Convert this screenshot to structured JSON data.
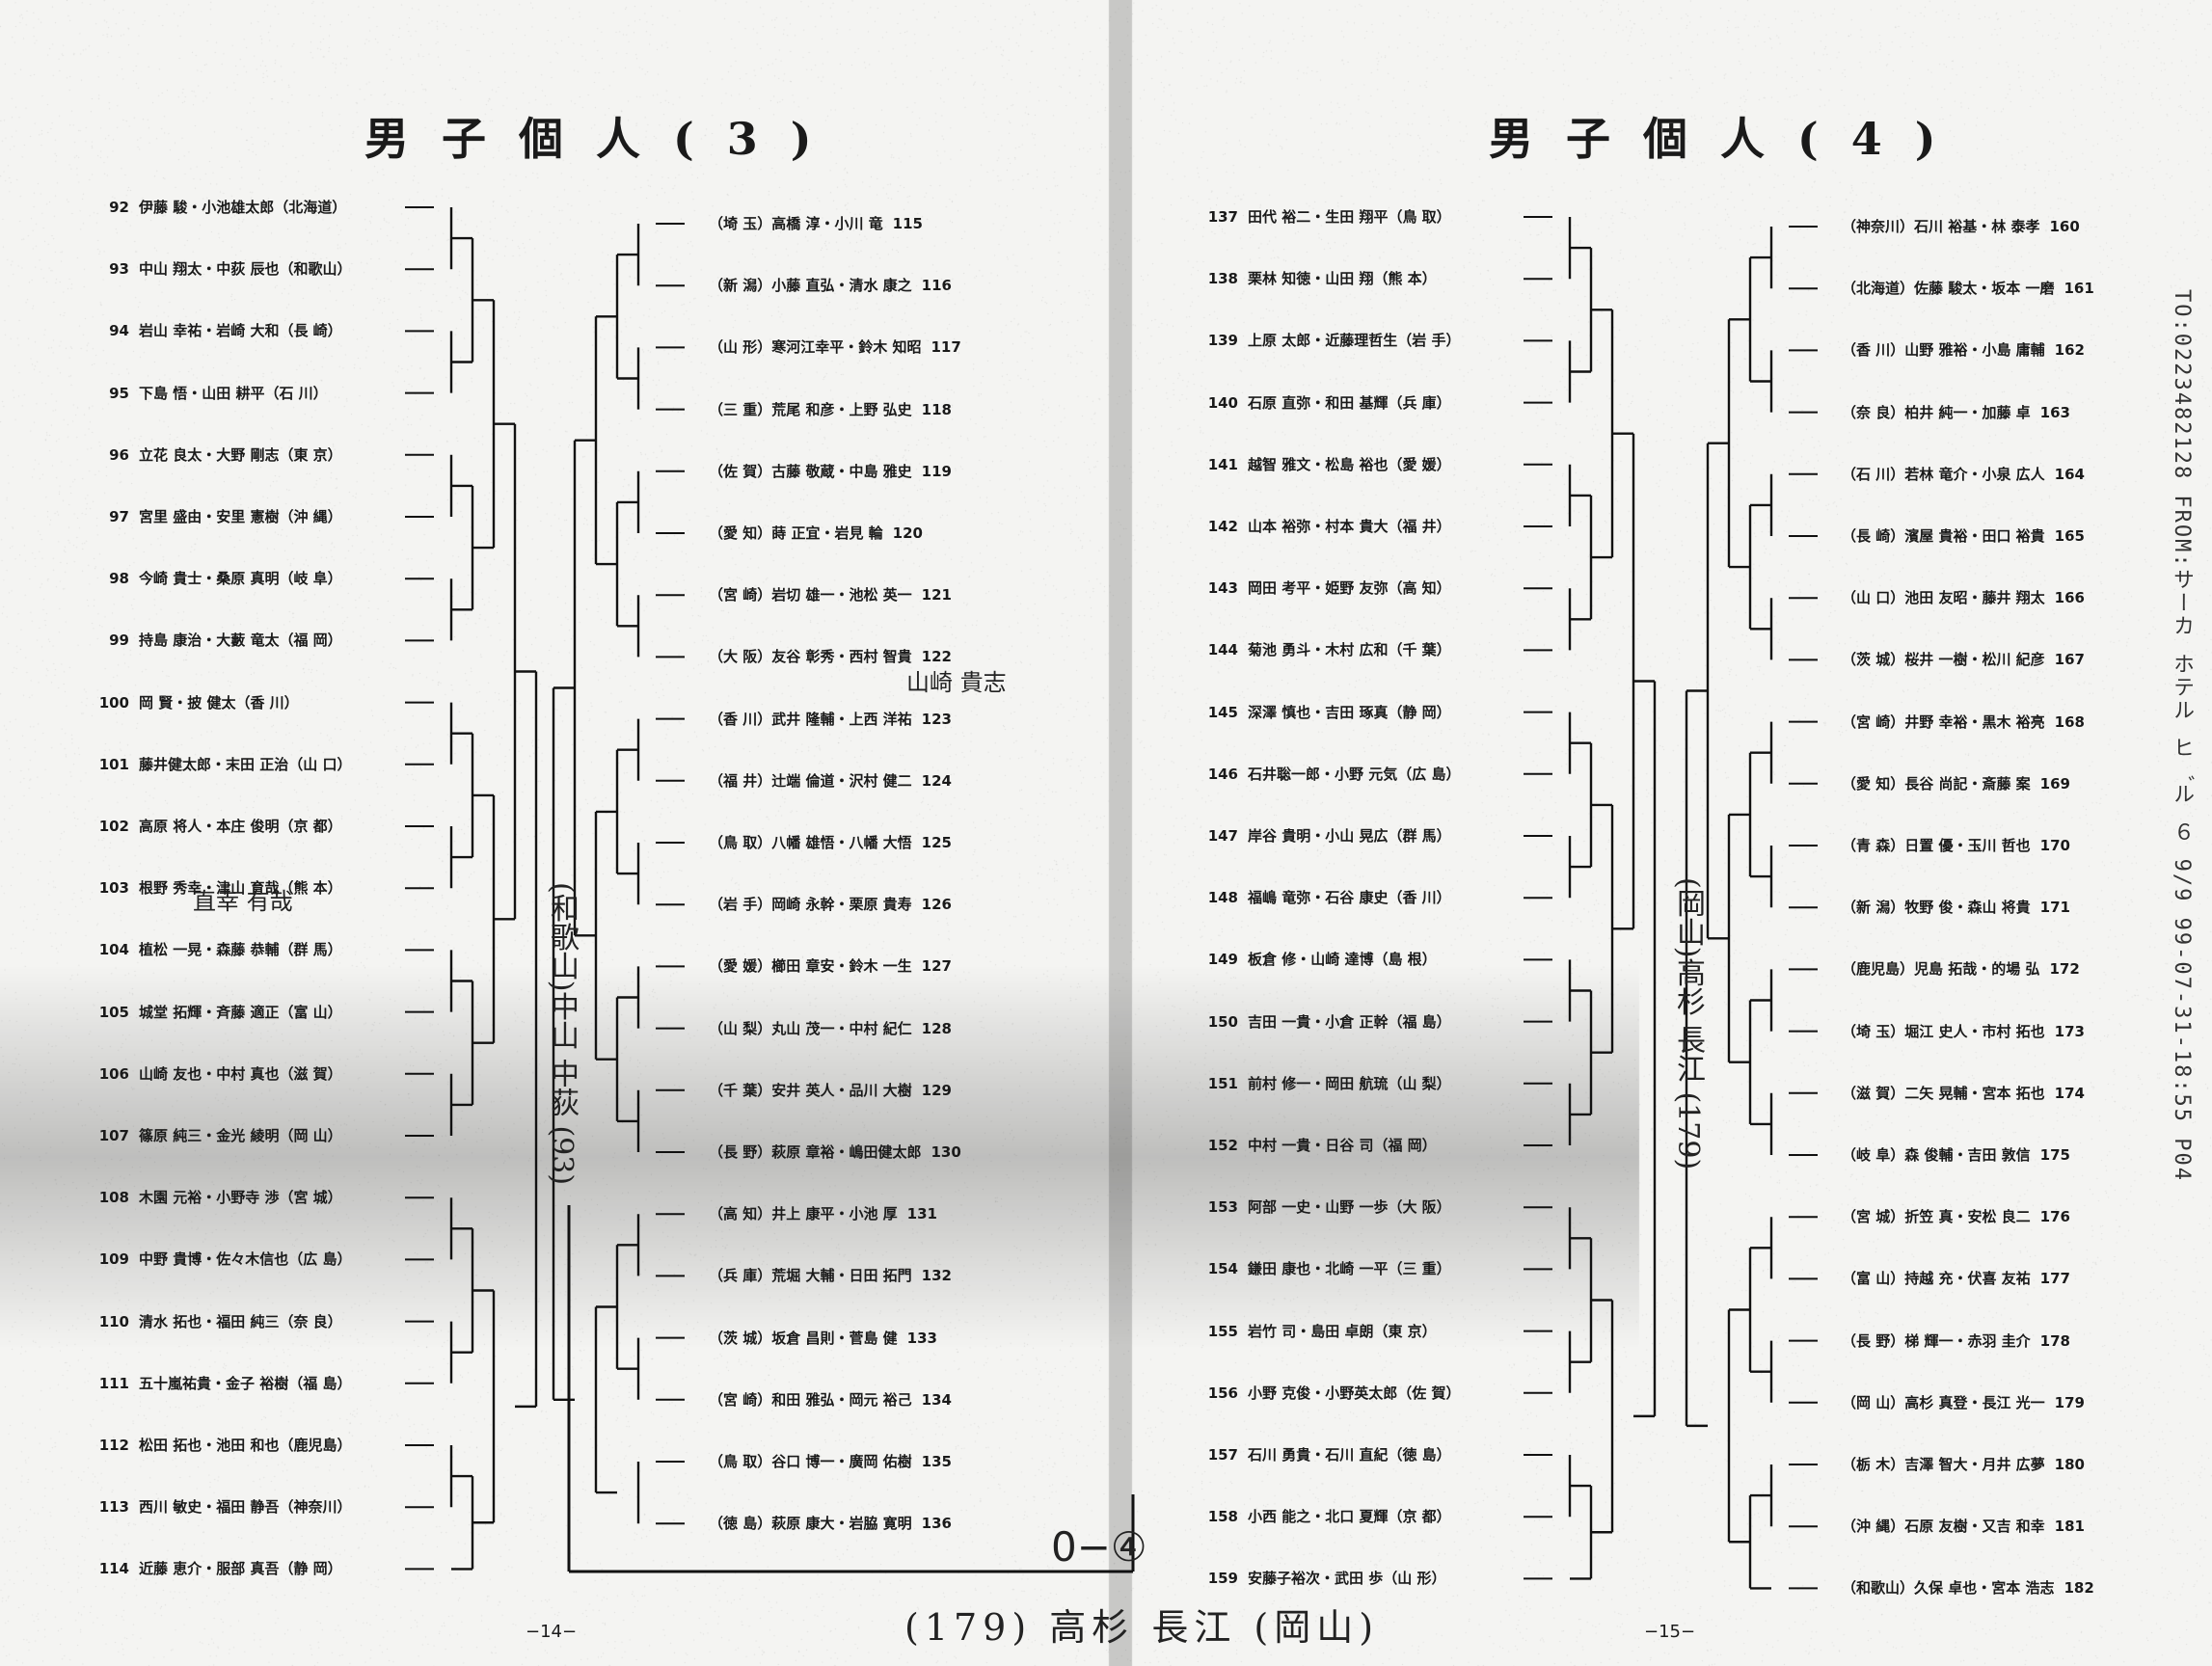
{
  "titles": {
    "left": "男子個人(3)",
    "right": "男子個人(4)"
  },
  "page_numbers": {
    "left": "−14−",
    "right": "−15−"
  },
  "fax_header": "TO:0223482128   FROM:サーカ ホテル ヒ゛ル ６ 9/9   99-07-31-18:55 P04",
  "handwritten": {
    "score": "0−④",
    "final_note": "(179) 高杉 長江 (岡山)",
    "winner_left": "(和歌山)中山 中荻 (93)",
    "winner_right": "(岡山)高杉 長江 (179)",
    "note_103": "直幸 有哉",
    "note_124": "山崎 貴志"
  },
  "bracket3_left": [
    {
      "seed": "92",
      "text": "伊藤 駿・小池雄太郎（北海道）"
    },
    {
      "seed": "93",
      "text": "中山 翔太・中荻 辰也（和歌山）"
    },
    {
      "seed": "94",
      "text": "岩山 幸祐・岩崎 大和（長 崎）"
    },
    {
      "seed": "95",
      "text": "下島 悟・山田 耕平（石 川）"
    },
    {
      "seed": "96",
      "text": "立花 良太・大野 剛志（東 京）"
    },
    {
      "seed": "97",
      "text": "宮里 盛由・安里 憲樹（沖 縄）"
    },
    {
      "seed": "98",
      "text": "今崎 貴士・桑原 真明（岐 阜）"
    },
    {
      "seed": "99",
      "text": "持島 康治・大藪 竜太（福 岡）"
    },
    {
      "seed": "100",
      "text": "岡 賢・披 健太（香 川）"
    },
    {
      "seed": "101",
      "text": "藤井健太郎・末田 正治（山 口）"
    },
    {
      "seed": "102",
      "text": "高原 将人・本庄 俊明（京 都）"
    },
    {
      "seed": "103",
      "text": "根野 秀幸・津山 育哉（熊 本）"
    },
    {
      "seed": "104",
      "text": "植松 一晃・森藤 恭輔（群 馬）"
    },
    {
      "seed": "105",
      "text": "城堂 拓輝・斉藤 適正（富 山）"
    },
    {
      "seed": "106",
      "text": "山崎 友也・中村 真也（滋 賀）"
    },
    {
      "seed": "107",
      "text": "篠原 純三・金光 綾明（岡 山）"
    },
    {
      "seed": "108",
      "text": "木園 元裕・小野寺 渉（宮 城）"
    },
    {
      "seed": "109",
      "text": "中野 貴博・佐々木信也（広 島）"
    },
    {
      "seed": "110",
      "text": "清水 拓也・福田 純三（奈 良）"
    },
    {
      "seed": "111",
      "text": "五十嵐祐貴・金子 裕樹（福 島）"
    },
    {
      "seed": "112",
      "text": "松田 拓也・池田 和也（鹿児島）"
    },
    {
      "seed": "113",
      "text": "西川 敏史・福田 静吾（神奈川）"
    },
    {
      "seed": "114",
      "text": "近藤 恵介・服部 真吾（静 岡）"
    }
  ],
  "bracket3_right": [
    {
      "seed": "115",
      "text": "（埼 玉）高橋 淳・小川 竜"
    },
    {
      "seed": "116",
      "text": "（新 潟）小藤 直弘・清水 康之"
    },
    {
      "seed": "117",
      "text": "（山 形）寒河江幸平・鈴木 知昭"
    },
    {
      "seed": "118",
      "text": "（三 重）荒尾 和彦・上野 弘史"
    },
    {
      "seed": "119",
      "text": "（佐 賀）古藤 敬蔵・中島 雅史"
    },
    {
      "seed": "120",
      "text": "（愛 知）蒔 正宜・岩見 輪"
    },
    {
      "seed": "121",
      "text": "（宮 崎）岩切 雄一・池松 英一"
    },
    {
      "seed": "122",
      "text": "（大 阪）友谷 彰秀・西村 智貴"
    },
    {
      "seed": "123",
      "text": "（香 川）武井 隆輔・上西 洋祐"
    },
    {
      "seed": "124",
      "text": "（福 井）辻端 倫道・沢村 健二"
    },
    {
      "seed": "125",
      "text": "（鳥 取）八幡 雄悟・八幡 大悟"
    },
    {
      "seed": "126",
      "text": "（岩 手）岡崎 永幹・栗原 貴寿"
    },
    {
      "seed": "127",
      "text": "（愛 媛）櫛田 章安・鈴木 一生"
    },
    {
      "seed": "128",
      "text": "（山 梨）丸山 茂一・中村 紀仁"
    },
    {
      "seed": "129",
      "text": "（千 葉）安井 英人・品川 大樹"
    },
    {
      "seed": "130",
      "text": "（長 野）萩原 章裕・嶋田健太郎"
    },
    {
      "seed": "131",
      "text": "（高 知）井上 康平・小池 厚"
    },
    {
      "seed": "132",
      "text": "（兵 庫）荒堀 大輔・日田 拓門"
    },
    {
      "seed": "133",
      "text": "（茨 城）坂倉 昌則・菅島 健"
    },
    {
      "seed": "134",
      "text": "（宮 崎）和田 雅弘・岡元 裕己"
    },
    {
      "seed": "135",
      "text": "（鳥 取）谷口 博一・廣岡 佑樹"
    },
    {
      "seed": "136",
      "text": "（徳 島）萩原 康大・岩脇 寛明"
    }
  ],
  "bracket4_left": [
    {
      "seed": "137",
      "text": "田代 裕二・生田 翔平（鳥 取）"
    },
    {
      "seed": "138",
      "text": "栗林 知徳・山田 翔（熊 本）"
    },
    {
      "seed": "139",
      "text": "上原 太郎・近藤理哲生（岩 手）"
    },
    {
      "seed": "140",
      "text": "石原 直弥・和田 基輝（兵 庫）"
    },
    {
      "seed": "141",
      "text": "越智 雅文・松島 裕也（愛 媛）"
    },
    {
      "seed": "142",
      "text": "山本 裕弥・村本 貴大（福 井）"
    },
    {
      "seed": "143",
      "text": "岡田 考平・姫野 友弥（高 知）"
    },
    {
      "seed": "144",
      "text": "菊池 勇斗・木村 広和（千 葉）"
    },
    {
      "seed": "145",
      "text": "深澤 慎也・吉田 琢真（静 岡）"
    },
    {
      "seed": "146",
      "text": "石井聡一郎・小野 元気（広 島）"
    },
    {
      "seed": "147",
      "text": "岸谷 貴明・小山 晃広（群 馬）"
    },
    {
      "seed": "148",
      "text": "福嶋 竜弥・石谷 康史（香 川）"
    },
    {
      "seed": "149",
      "text": "板倉 修・山崎 達博（島 根）"
    },
    {
      "seed": "150",
      "text": "吉田 一貴・小倉 正幹（福 島）"
    },
    {
      "seed": "151",
      "text": "前村 修一・岡田 航琉（山 梨）"
    },
    {
      "seed": "152",
      "text": "中村 一貴・日谷 司（福 岡）"
    },
    {
      "seed": "153",
      "text": "阿部 一史・山野 一歩（大 阪）"
    },
    {
      "seed": "154",
      "text": "鎌田 康也・北崎 一平（三 重）"
    },
    {
      "seed": "155",
      "text": "岩竹 司・島田 卓朗（東 京）"
    },
    {
      "seed": "156",
      "text": "小野 克俊・小野英太郎（佐 賀）"
    },
    {
      "seed": "157",
      "text": "石川 勇貴・石川 直紀（徳 島）"
    },
    {
      "seed": "158",
      "text": "小西 能之・北口 夏輝（京 都）"
    },
    {
      "seed": "159",
      "text": "安藤子裕次・武田 歩（山 形）"
    }
  ],
  "bracket4_right": [
    {
      "seed": "160",
      "text": "（神奈川）石川 裕基・林 泰孝"
    },
    {
      "seed": "161",
      "text": "（北海道）佐藤 駿太・坂本 一磨"
    },
    {
      "seed": "162",
      "text": "（香 川）山野 雅裕・小島 庸輔"
    },
    {
      "seed": "163",
      "text": "（奈 良）柏井 純一・加藤 卓"
    },
    {
      "seed": "164",
      "text": "（石 川）若林 竜介・小泉 広人"
    },
    {
      "seed": "165",
      "text": "（長 崎）濱屋 貴裕・田口 裕貴"
    },
    {
      "seed": "166",
      "text": "（山 口）池田 友昭・藤井 翔太"
    },
    {
      "seed": "167",
      "text": "（茨 城）桜井 一樹・松川 紀彦"
    },
    {
      "seed": "168",
      "text": "（宮 崎）井野 幸裕・黒木 裕亮"
    },
    {
      "seed": "169",
      "text": "（愛 知）長谷 尚記・斎藤 案"
    },
    {
      "seed": "170",
      "text": "（青 森）日置 優・玉川 哲也"
    },
    {
      "seed": "171",
      "text": "（新 潟）牧野 俊・森山 将貴"
    },
    {
      "seed": "172",
      "text": "（鹿児島）児島 拓哉・的場 弘"
    },
    {
      "seed": "173",
      "text": "（埼 玉）堀江 史人・市村 拓也"
    },
    {
      "seed": "174",
      "text": "（滋 賀）二矢 晃輔・宮本 拓也"
    },
    {
      "seed": "175",
      "text": "（岐 阜）森 俊輔・吉田 敦信"
    },
    {
      "seed": "176",
      "text": "（宮 城）折笠 真・安松 良二"
    },
    {
      "seed": "177",
      "text": "（富 山）持越 充・伏喜 友祐"
    },
    {
      "seed": "178",
      "text": "（長 野）梯 輝一・赤羽 圭介"
    },
    {
      "seed": "179",
      "text": "（岡 山）高杉 真登・長江 光一"
    },
    {
      "seed": "180",
      "text": "（栃 木）吉澤 智大・月井 広夢"
    },
    {
      "seed": "181",
      "text": "（沖 縄）石原 友樹・又吉 和幸"
    },
    {
      "seed": "182",
      "text": "（和歌山）久保 卓也・宮本 浩志"
    }
  ]
}
